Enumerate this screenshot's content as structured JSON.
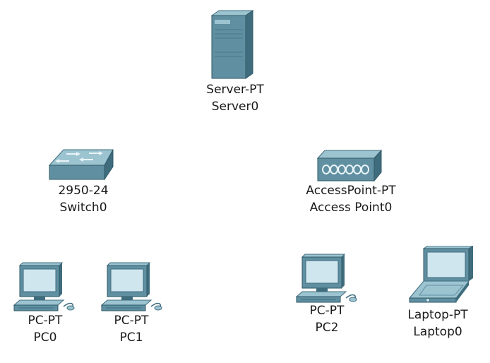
{
  "canvas": {
    "background": "#ffffff",
    "device_color": "#5f8fa0",
    "device_dark": "#3f6d7e",
    "device_light": "#9cc3d0",
    "screen_color": "#cfe6ee"
  },
  "devices": {
    "server0": {
      "model": "Server-PT",
      "name": "Server0",
      "icon": "server-icon"
    },
    "switch0": {
      "model": "2950-24",
      "name": "Switch0",
      "icon": "switch-icon"
    },
    "access_point0": {
      "model": "AccessPoint-PT",
      "name": "Access Point0",
      "icon": "access-point-icon"
    },
    "pc0": {
      "model": "PC-PT",
      "name": "PC0",
      "icon": "pc-icon"
    },
    "pc1": {
      "model": "PC-PT",
      "name": "PC1",
      "icon": "pc-icon"
    },
    "pc2": {
      "model": "PC-PT",
      "name": "PC2",
      "icon": "pc-icon"
    },
    "laptop0": {
      "model": "Laptop-PT",
      "name": "Laptop0",
      "icon": "laptop-icon"
    }
  }
}
